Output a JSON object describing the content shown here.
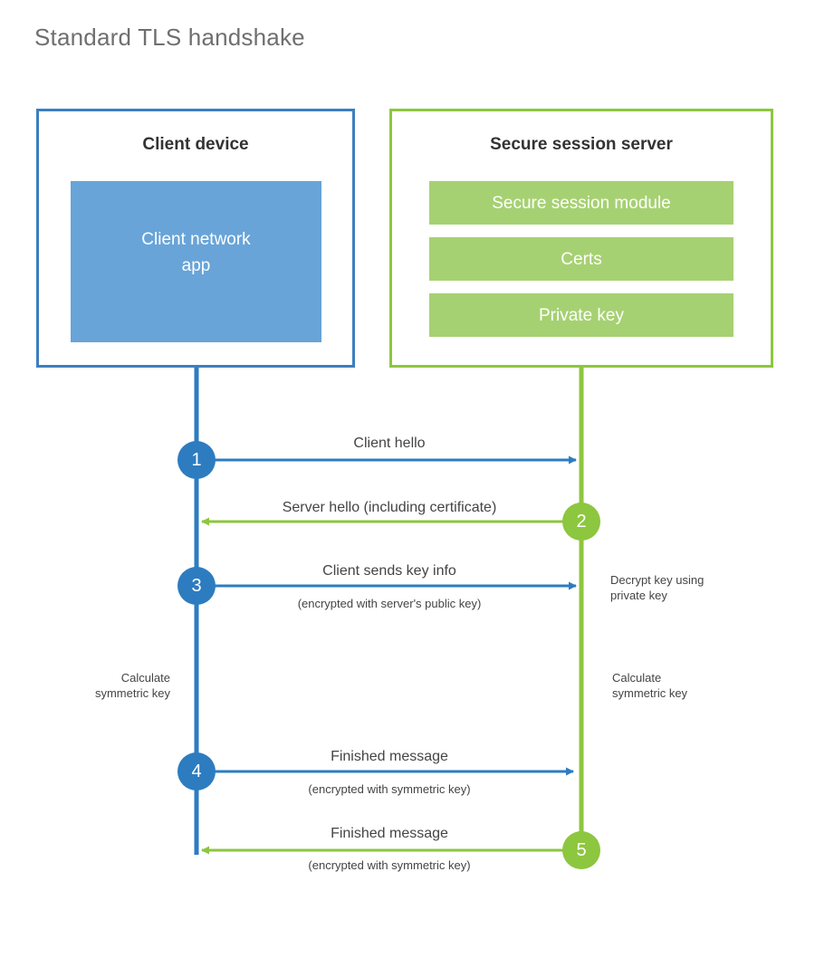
{
  "page": {
    "title": "Standard TLS handshake",
    "background": "#ffffff"
  },
  "colors": {
    "client_blue": "#3c7fbf",
    "client_blue_fill": "#68a4d8",
    "client_circle": "#2d7cc0",
    "server_green": "#8dc63f",
    "server_green_fill": "#a6d172",
    "text_dark": "#3c3c3c",
    "title_gray": "#6f6f6f"
  },
  "parties": {
    "client": {
      "title": "Client device",
      "app_label_line1": "Client network",
      "app_label_line2": "app"
    },
    "server": {
      "title": "Secure session server",
      "components": [
        {
          "label": "Secure session module"
        },
        {
          "label": "Certs"
        },
        {
          "label": "Private key"
        }
      ]
    }
  },
  "steps": [
    {
      "number": "1",
      "direction": "client-to-server",
      "color": "blue",
      "label": "Client hello",
      "sublabel": ""
    },
    {
      "number": "2",
      "direction": "server-to-client",
      "color": "green",
      "label": "Server hello (including certificate)",
      "sublabel": ""
    },
    {
      "number": "3",
      "direction": "client-to-server",
      "color": "blue",
      "label": "Client sends key info",
      "sublabel": "(encrypted with server's public key)"
    },
    {
      "number": "4",
      "direction": "client-to-server",
      "color": "blue",
      "label": "Finished message",
      "sublabel": "(encrypted with symmetric key)"
    },
    {
      "number": "5",
      "direction": "server-to-client",
      "color": "green",
      "label": "Finished message",
      "sublabel": "(encrypted with symmetric key)"
    }
  ],
  "annotations": {
    "server_decrypt_line1": "Decrypt key using",
    "server_decrypt_line2": "private key",
    "client_calc_line1": "Calculate",
    "client_calc_line2": "symmetric key",
    "server_calc_line1": "Calculate",
    "server_calc_line2": "symmetric key"
  }
}
